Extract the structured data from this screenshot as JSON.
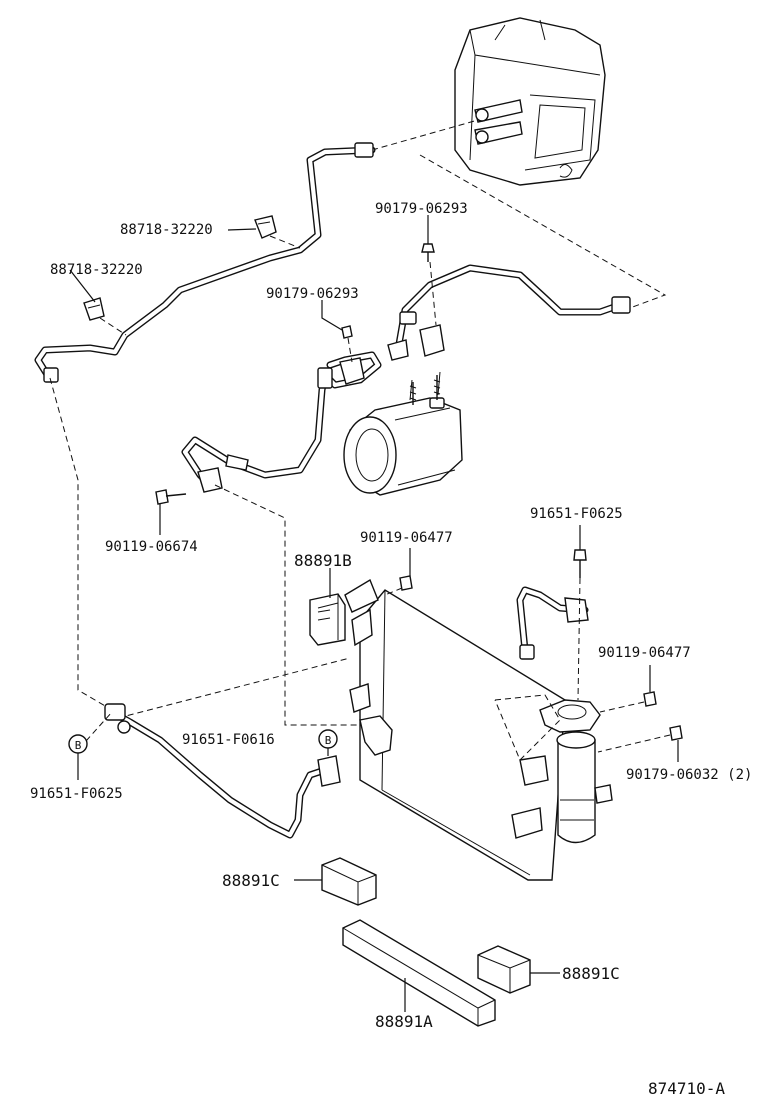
{
  "diagram_code": "874710-A",
  "labels": {
    "p88718_upper": "88718-32220",
    "p88718_lower": "88718-32220",
    "p90179_top": "90179-06293",
    "p90179_mid": "90179-06293",
    "p90119_left": "90119-06674",
    "p88891b": "88891B",
    "p90119_center": "90119-06477",
    "p91651_right_top": "91651-F0625",
    "p90119_right": "90119-06477",
    "p90179_right": "90179-06032 (2)",
    "p91651_center": "91651-F0616",
    "p91651_left": "91651-F0625",
    "p88891c_left": "88891C",
    "p88891c_right": "88891C",
    "p88891a": "88891A",
    "marker_b_left": "B",
    "marker_b_center": "B"
  }
}
